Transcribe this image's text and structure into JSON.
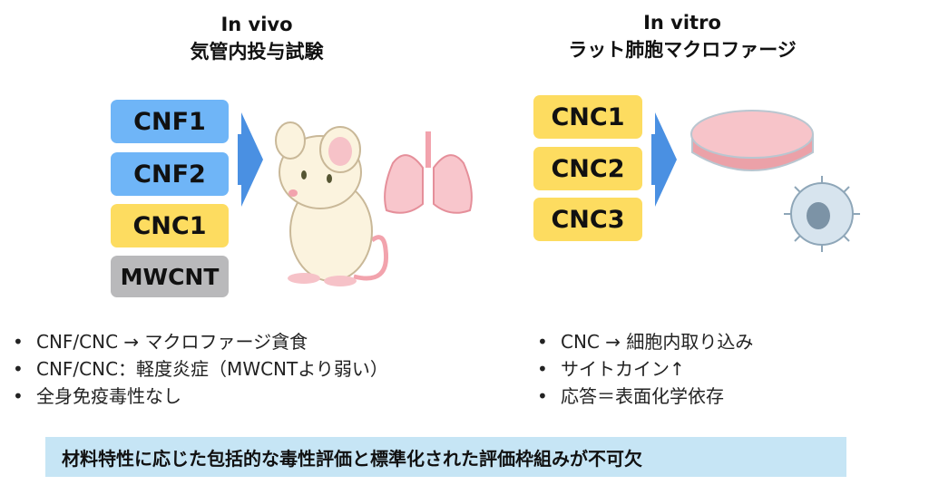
{
  "invivo": {
    "title": "In vivo",
    "subtitle": "気管内投与試験",
    "samples": [
      "CNF1",
      "CNF2",
      "CNC1",
      "MWCNT"
    ],
    "findings": [
      "CNF/CNC → マクロファージ貪食",
      "CNF/CNC：軽度炎症（MWCNTより弱い）",
      "全身免疫毒性なし"
    ]
  },
  "invitro": {
    "title": "In vitro",
    "subtitle": "ラット肺胞マクロファージ",
    "samples": [
      "CNC1",
      "CNC2",
      "CNC3"
    ],
    "findings": [
      "CNC → 細胞内取り込み",
      "サイトカイン↑",
      "応答＝表面化学依存"
    ]
  },
  "bullet": "•",
  "conclusion": "材料特性に応じた包括的な毒性評価と標準化された評価枠組みが不可欠",
  "colors": {
    "cnf": "#6fb5f7",
    "cnc": "#fddc60",
    "mwcnt": "#b9b9bb",
    "arrow": "#4a90e2",
    "banner": "#c6e5f5"
  }
}
